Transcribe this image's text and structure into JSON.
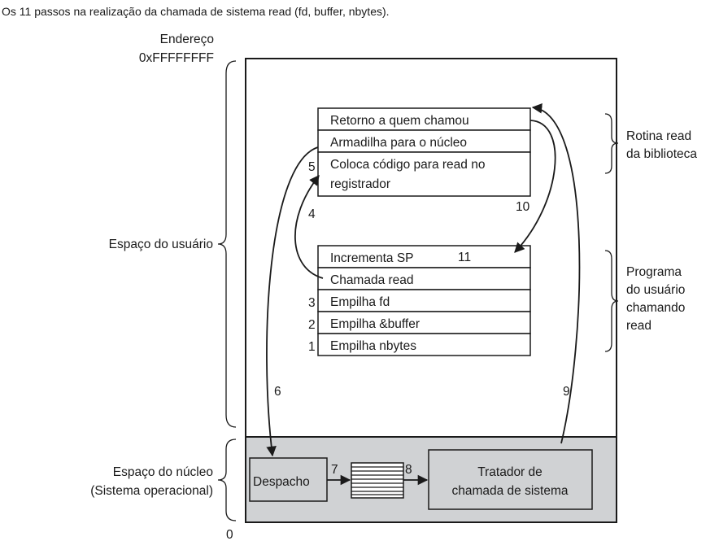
{
  "title": "Os 11 passos na realização da chamada de sistema read (fd, buffer, nbytes).",
  "address": {
    "label": "Endereço",
    "top": "0xFFFFFFFF",
    "bottom": "0"
  },
  "regions": {
    "user": "Espaço do usuário",
    "kernel_line1": "Espaço do núcleo",
    "kernel_line2": "(Sistema operacional)"
  },
  "library": {
    "label_line1": "Rotina read",
    "label_line2": "da biblioteca",
    "rows": [
      "Retorno a quem chamou",
      "Armadilha para o núcleo",
      "Coloca código para read no",
      "registrador"
    ]
  },
  "program": {
    "label_lines": [
      "Programa",
      "do usuário",
      "chamando",
      "read"
    ],
    "rows": [
      "Incrementa SP",
      "Chamada read",
      "Empilha fd",
      "Empilha &buffer",
      "Empilha nbytes"
    ]
  },
  "kernel": {
    "dispatch": "Despacho",
    "handler_line1": "Tratador de",
    "handler_line2": "chamada de sistema"
  },
  "steps": [
    "1",
    "2",
    "3",
    "4",
    "5",
    "6",
    "7",
    "8",
    "9",
    "10",
    "11"
  ],
  "colors": {
    "kernel_bg": "#d0d2d4",
    "line": "#1a1a1a"
  }
}
